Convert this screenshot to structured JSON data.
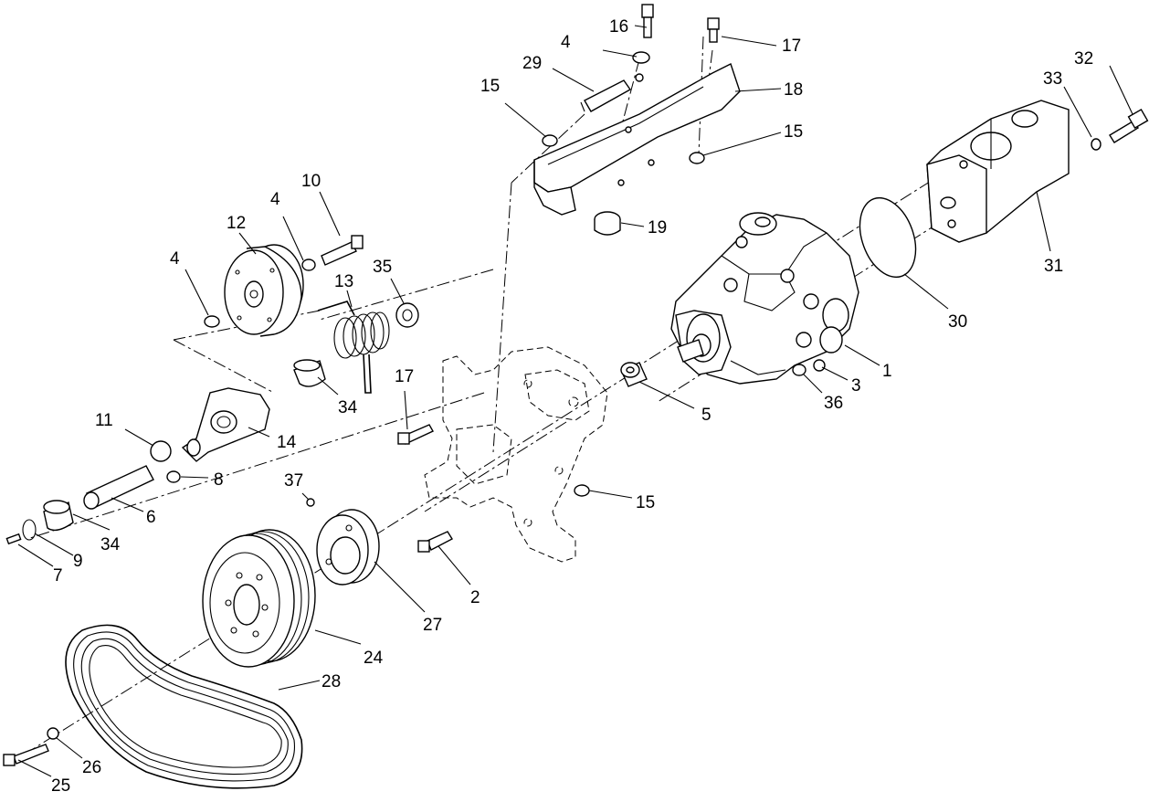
{
  "callouts": [
    {
      "id": "c1",
      "text": "1"
    },
    {
      "id": "c2",
      "text": "2"
    },
    {
      "id": "c3",
      "text": "3"
    },
    {
      "id": "c4a",
      "text": "4"
    },
    {
      "id": "c4b",
      "text": "4"
    },
    {
      "id": "c4c",
      "text": "4"
    },
    {
      "id": "c5",
      "text": "5"
    },
    {
      "id": "c6",
      "text": "6"
    },
    {
      "id": "c7",
      "text": "7"
    },
    {
      "id": "c8",
      "text": "8"
    },
    {
      "id": "c9",
      "text": "9"
    },
    {
      "id": "c10",
      "text": "10"
    },
    {
      "id": "c11",
      "text": "11"
    },
    {
      "id": "c12",
      "text": "12"
    },
    {
      "id": "c13",
      "text": "13"
    },
    {
      "id": "c14",
      "text": "14"
    },
    {
      "id": "c15a",
      "text": "15"
    },
    {
      "id": "c15b",
      "text": "15"
    },
    {
      "id": "c15c",
      "text": "15"
    },
    {
      "id": "c16",
      "text": "16"
    },
    {
      "id": "c17a",
      "text": "17"
    },
    {
      "id": "c17b",
      "text": "17"
    },
    {
      "id": "c18",
      "text": "18"
    },
    {
      "id": "c19",
      "text": "19"
    },
    {
      "id": "c24",
      "text": "24"
    },
    {
      "id": "c25",
      "text": "25"
    },
    {
      "id": "c26",
      "text": "26"
    },
    {
      "id": "c27",
      "text": "27"
    },
    {
      "id": "c28",
      "text": "28"
    },
    {
      "id": "c29",
      "text": "29"
    },
    {
      "id": "c30",
      "text": "30"
    },
    {
      "id": "c31",
      "text": "31"
    },
    {
      "id": "c32",
      "text": "32"
    },
    {
      "id": "c33",
      "text": "33"
    },
    {
      "id": "c34a",
      "text": "34"
    },
    {
      "id": "c34b",
      "text": "34"
    },
    {
      "id": "c35",
      "text": "35"
    },
    {
      "id": "c36",
      "text": "36"
    },
    {
      "id": "c37",
      "text": "37"
    }
  ]
}
